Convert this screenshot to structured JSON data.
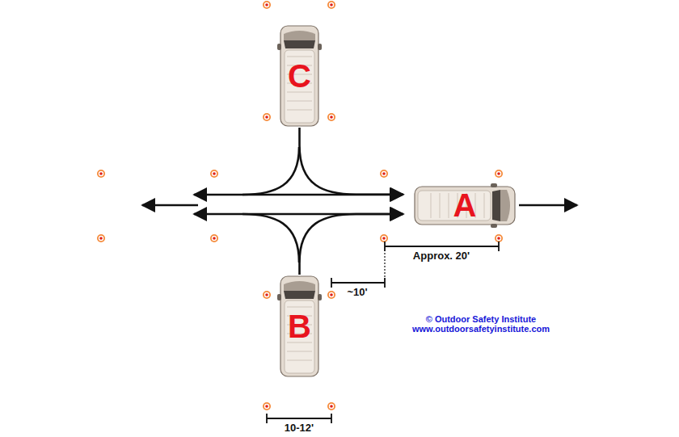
{
  "diagram": {
    "nodes": [
      {
        "text": [
          "C"
        ]
      },
      {
        "text": [
          "A"
        ]
      },
      {
        "text": [
          "B"
        ]
      }
    ],
    "edges": [
      {
        "from": 0,
        "to": 1,
        "arrow": "to"
      },
      {
        "from": 2,
        "to": 1,
        "arrow": "to"
      }
    ],
    "labels": [
      "Approx. 20'",
      "~10'",
      "10-12'",
      "© Outdoor Safety Institute",
      "www.outdoorsafetyinstitute.com"
    ]
  }
}
